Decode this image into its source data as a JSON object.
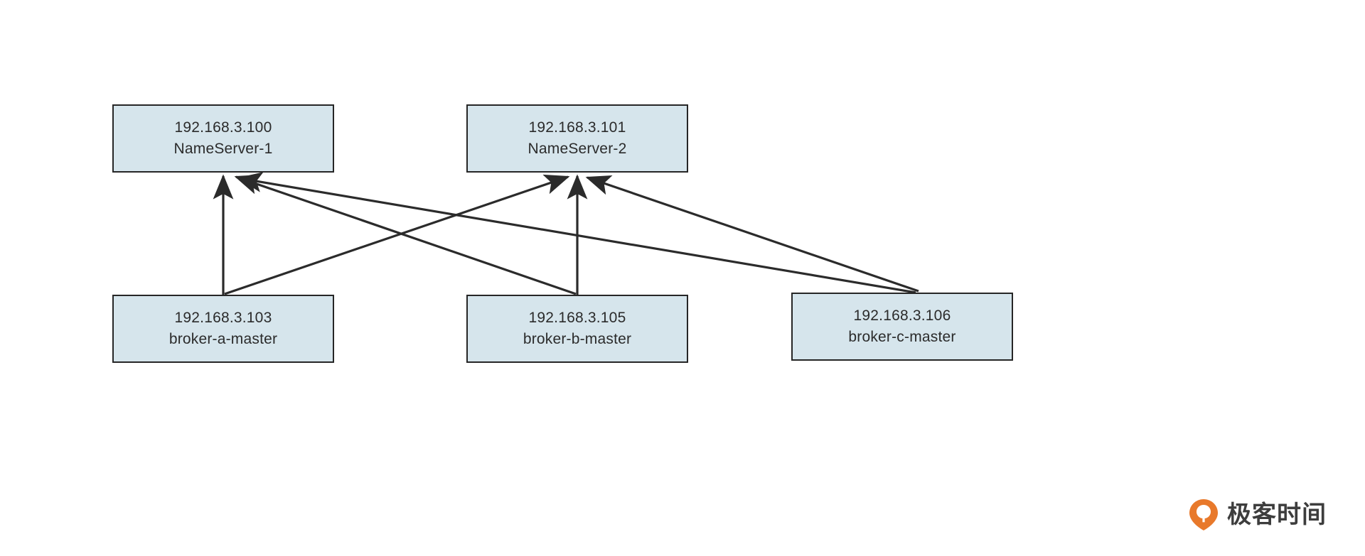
{
  "diagram": {
    "type": "network-topology",
    "background_color": "#ffffff",
    "node_fill_color": "#d6e5ec",
    "node_border_color": "#262626",
    "edge_color": "#2b2b2b",
    "nodes": [
      {
        "id": "nameserver-1",
        "role": "nameserver",
        "ip": "192.168.3.100",
        "name": "NameServer-1"
      },
      {
        "id": "nameserver-2",
        "role": "nameserver",
        "ip": "192.168.3.101",
        "name": "NameServer-2"
      },
      {
        "id": "broker-a",
        "role": "broker",
        "ip": "192.168.3.103",
        "name": "broker-a-master"
      },
      {
        "id": "broker-b",
        "role": "broker",
        "ip": "192.168.3.105",
        "name": "broker-b-master"
      },
      {
        "id": "broker-c",
        "role": "broker",
        "ip": "192.168.3.106",
        "name": "broker-c-master"
      }
    ],
    "edges": [
      {
        "from": "broker-a",
        "to": "nameserver-1",
        "arrow": "end"
      },
      {
        "from": "broker-a",
        "to": "nameserver-2",
        "arrow": "end"
      },
      {
        "from": "broker-b",
        "to": "nameserver-1",
        "arrow": "end"
      },
      {
        "from": "broker-b",
        "to": "nameserver-2",
        "arrow": "end"
      },
      {
        "from": "broker-c",
        "to": "nameserver-1",
        "arrow": "end"
      },
      {
        "from": "broker-c",
        "to": "nameserver-2",
        "arrow": "end"
      }
    ]
  },
  "branding": {
    "name": "极客时间",
    "mark_color": "#e8792b"
  }
}
